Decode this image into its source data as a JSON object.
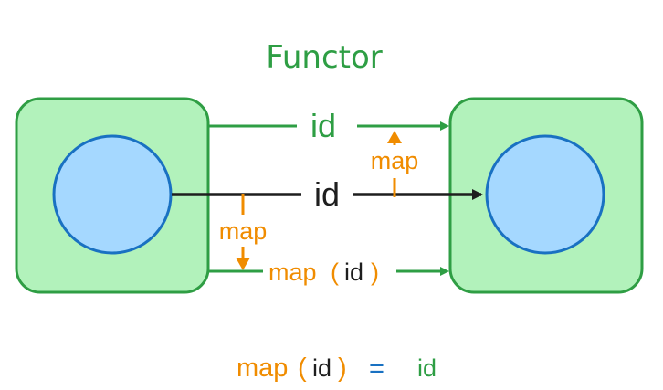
{
  "title": "Functor",
  "labels": {
    "top_id": "id",
    "middle_id": "id",
    "map_up": "map",
    "map_down": "map",
    "bottom_map": "map",
    "bottom_open": "(",
    "bottom_id": "id",
    "bottom_close": ")"
  },
  "equation": {
    "map": "map",
    "open": "(",
    "id": "id",
    "close": ")",
    "equals": "=",
    "rhs": "id"
  },
  "colors": {
    "green": "#2e9e44",
    "orange": "#f08c00",
    "black": "#1e1e1e",
    "blue": "#1971c2",
    "box_fill": "#b2f2bb",
    "circle_fill": "#a5d8ff"
  }
}
